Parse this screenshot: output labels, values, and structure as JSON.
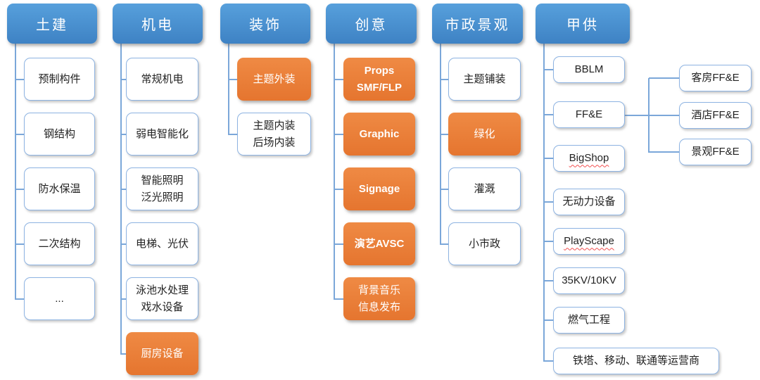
{
  "diagram": {
    "colors": {
      "header_blue_top": "#57A0DC",
      "header_blue_bottom": "#3E82C4",
      "orange_top": "#EF8A44",
      "orange_bottom": "#E5752F",
      "connector_blue": "#7BA7D9",
      "box_border_blue": "#8DB3E2",
      "spellcheck_red": "#F24E4E"
    },
    "columns": [
      {
        "id": "civil",
        "header": "土建",
        "children": [
          {
            "id": "precast-components",
            "style": "white",
            "lines": [
              "预制构件"
            ]
          },
          {
            "id": "steel-structure",
            "style": "white",
            "lines": [
              "钢结构"
            ]
          },
          {
            "id": "waterproof-insulation",
            "style": "white",
            "lines": [
              "防水保温"
            ]
          },
          {
            "id": "secondary-structure",
            "style": "white",
            "lines": [
              "二次结构"
            ]
          },
          {
            "id": "more-ellipsis",
            "style": "white",
            "lines": [
              "..."
            ]
          }
        ]
      },
      {
        "id": "mep",
        "header": "机电",
        "children": [
          {
            "id": "conventional-mep",
            "style": "white",
            "lines": [
              "常规机电"
            ]
          },
          {
            "id": "elv-intelligence",
            "style": "white",
            "lines": [
              "弱电智能化"
            ]
          },
          {
            "id": "smart-flood-lighting",
            "style": "white",
            "lines": [
              "智能照明",
              "泛光照明"
            ]
          },
          {
            "id": "elevator-photovoltaic",
            "style": "white",
            "lines": [
              "电梯、光伏"
            ]
          },
          {
            "id": "pool-water-treatment",
            "style": "white",
            "lines": [
              "泳池水处理",
              "戏水设备"
            ]
          },
          {
            "id": "kitchen-equipment",
            "style": "orange",
            "lines": [
              "厨房设备"
            ]
          }
        ]
      },
      {
        "id": "decoration",
        "header": "装饰",
        "children": [
          {
            "id": "theme-exterior",
            "style": "orange",
            "lines": [
              "主题外装"
            ]
          },
          {
            "id": "theme-backstage-interior",
            "style": "white",
            "lines": [
              "主题内装",
              "后场内装"
            ]
          }
        ]
      },
      {
        "id": "creative",
        "header": "创意",
        "children": [
          {
            "id": "props-smf-flp",
            "style": "orange",
            "bold": true,
            "lines": [
              "Props",
              "SMF/FLP"
            ]
          },
          {
            "id": "graphic",
            "style": "orange",
            "bold": true,
            "lines": [
              "Graphic"
            ]
          },
          {
            "id": "signage",
            "style": "orange",
            "bold": true,
            "lines": [
              "Signage"
            ]
          },
          {
            "id": "performance-avsc",
            "style": "orange",
            "bold": true,
            "lines": [
              "演艺AVSC"
            ]
          },
          {
            "id": "bgm-info-release",
            "style": "orange",
            "lines": [
              "背景音乐",
              "信息发布"
            ]
          }
        ]
      },
      {
        "id": "municipal-landscape",
        "header": "市政景观",
        "children": [
          {
            "id": "theme-paving",
            "style": "white",
            "lines": [
              "主题铺装"
            ]
          },
          {
            "id": "greening",
            "style": "orange",
            "lines": [
              "绿化"
            ]
          },
          {
            "id": "irrigation",
            "style": "white",
            "lines": [
              "灌溉"
            ]
          },
          {
            "id": "minor-municipal",
            "style": "white",
            "lines": [
              "小市政"
            ]
          }
        ]
      },
      {
        "id": "owner-supplied",
        "header": "甲供",
        "children": [
          {
            "id": "bblm",
            "style": "white",
            "lines": [
              "BBLM"
            ]
          },
          {
            "id": "ffe",
            "style": "white",
            "lines": [
              "FF&E"
            ]
          },
          {
            "id": "bigshop",
            "style": "white",
            "squiggle": true,
            "lines": [
              "BigShop"
            ]
          },
          {
            "id": "non-powered-equipment",
            "style": "white",
            "lines": [
              "无动力设备"
            ]
          },
          {
            "id": "playscape",
            "style": "white",
            "squiggle": true,
            "lines": [
              "PlayScape"
            ]
          },
          {
            "id": "35kv-10kv",
            "style": "white",
            "lines": [
              "35KV/10KV"
            ]
          },
          {
            "id": "gas-engineering",
            "style": "white",
            "lines": [
              "燃气工程"
            ]
          },
          {
            "id": "telecom-operators",
            "style": "white",
            "wide": true,
            "lines": [
              "铁塔、移动、联通等运营商"
            ]
          }
        ]
      }
    ],
    "ffe_children": [
      {
        "id": "guestroom-ffe",
        "style": "white",
        "lines": [
          "客房FF&E"
        ]
      },
      {
        "id": "hotel-ffe",
        "style": "white",
        "lines": [
          "酒店FF&E"
        ]
      },
      {
        "id": "landscape-ffe",
        "style": "white",
        "lines": [
          "景观FF&E"
        ]
      }
    ]
  }
}
